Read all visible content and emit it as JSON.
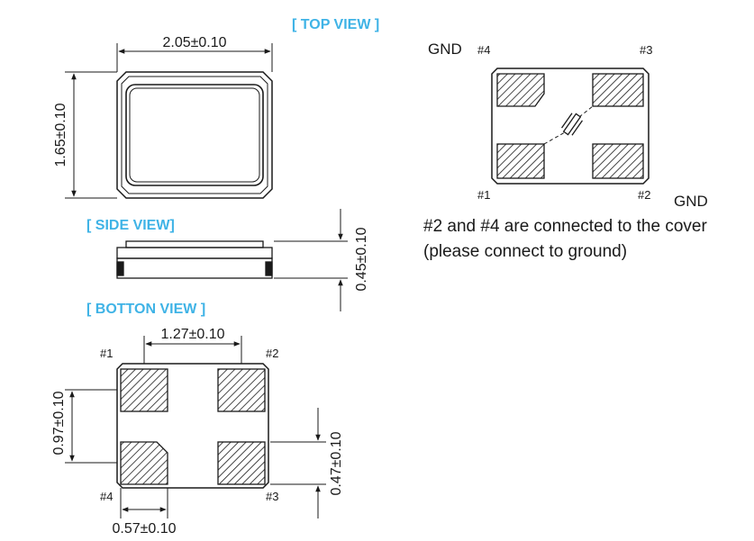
{
  "views": {
    "top": "[ TOP VIEW ]",
    "side": "[ SIDE VIEW]",
    "bottom": "[ BOTTON VIEW ]"
  },
  "dimensions": {
    "length": "2.05±0.10",
    "width": "1.65±0.10",
    "height": "0.45±0.10",
    "pad_pitch_x": "1.27±0.10",
    "pad_pitch_y": "0.97±0.10",
    "pad_width": "0.57±0.10",
    "pad_height": "0.47±0.10"
  },
  "pins": {
    "p1": "#1",
    "p2": "#2",
    "p3": "#3",
    "p4": "#4"
  },
  "schematic": {
    "gnd_top": "GND",
    "gnd_bottom": "GND",
    "note_line1": "#2 and #4 are connected to the cover",
    "note_line2": "(please connect to ground)"
  },
  "colors": {
    "view_label": "#3fb3e6",
    "line": "#1a1a1a"
  }
}
